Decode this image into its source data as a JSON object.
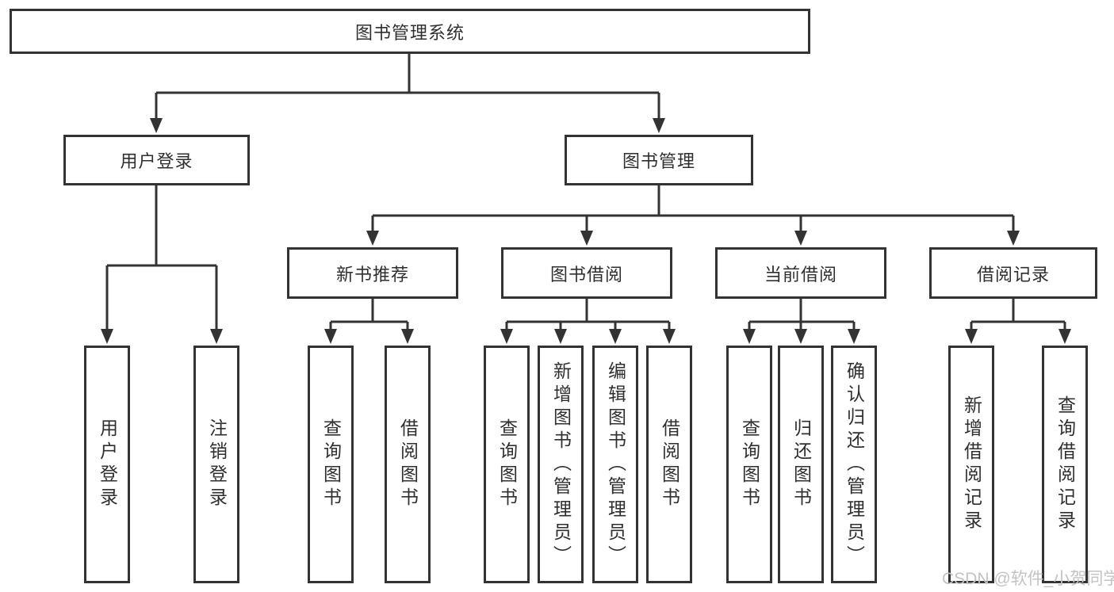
{
  "diagram": {
    "root": "图书管理系统",
    "level2": {
      "user_login": "用户登录",
      "book_management": "图书管理"
    },
    "level3": {
      "new_book_recommend": "新书推荐",
      "book_borrowing": "图书借阅",
      "current_borrowing": "当前借阅",
      "borrowing_records": "借阅记录"
    },
    "leaves": {
      "user_login": "用户登录",
      "logout": "注销登录",
      "query_books_recommend": "查询图书",
      "borrow_books_recommend": "借阅图书",
      "query_books_borrowing": "查询图书",
      "add_books_admin": "新增图书（管理员）",
      "edit_books_admin": "编辑图书（管理员）",
      "borrow_books_borrowing": "借阅图书",
      "query_books_current": "查询图书",
      "return_books": "归还图书",
      "confirm_return_admin": "确认归还（管理员）",
      "add_borrow_record": "新增借阅记录",
      "query_borrow_record": "查询借阅记录"
    }
  },
  "watermark": "CSDN @软件_小贺同学",
  "colors": {
    "line": "#333333",
    "box_border": "#333333",
    "box_background": "#ffffff",
    "text": "#2f2f2f",
    "watermark": "#c3c3c3",
    "page_background": "#ffffff"
  }
}
